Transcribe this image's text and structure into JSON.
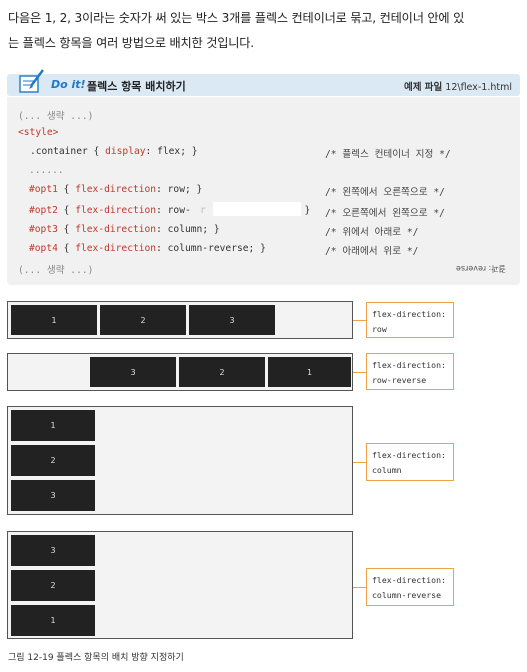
{
  "intro": {
    "line1": "다음은 1, 2, 3이라는 숫자가 써 있는 박스 3개를 플렉스 컨테이너로 묶고, 컨테이너 안에 있",
    "line2": "는 플렉스 항목을 여러 방법으로 배치한 것입니다."
  },
  "doit": {
    "label": "Do it!",
    "title": "플렉스 항목 배치하기",
    "file_label": "예제 파일",
    "file_path": "12\\flex-1.html"
  },
  "code": {
    "omit_top": "(... 생략 ...)",
    "style_open": "<style>",
    "container_sel": ".container",
    "container_prop": "display",
    "container_val": "flex",
    "container_comment": "/* 플렉스 컨테이너 지정 */",
    "ellipsis": "......",
    "opt1_sel": "#opt1",
    "opt1_prop": "flex-direction",
    "opt1_val": "row",
    "opt1_comment": "/* 왼쪽에서 오른쪽으로 */",
    "opt2_sel": "#opt2",
    "opt2_prop": "flex-direction",
    "opt2_val": "row-",
    "opt2_tail": "r",
    "opt2_end": "; }",
    "opt2_comment": "/* 오른쪽에서 왼쪽으로 */",
    "opt3_sel": "#opt3",
    "opt3_prop": "flex-direction",
    "opt3_val": "column",
    "opt3_comment": "/* 위에서 아래로 */",
    "opt4_sel": "#opt4",
    "opt4_prop": "flex-direction",
    "opt4_val": "column-reverse",
    "opt4_comment": "/* 아래에서 위로 */",
    "omit_bottom": "(... 생략 ...)",
    "note": "결과: reverse"
  },
  "demos": [
    {
      "boxes": [
        "1",
        "2",
        "3"
      ],
      "callout_line1": "flex-direction:",
      "callout_line2": "row"
    },
    {
      "boxes": [
        "3",
        "2",
        "1"
      ],
      "callout_line1": "flex-direction:",
      "callout_line2": "row-reverse"
    },
    {
      "boxes": [
        "1",
        "2",
        "3"
      ],
      "callout_line1": "flex-direction:",
      "callout_line2": "column"
    },
    {
      "boxes": [
        "3",
        "2",
        "1"
      ],
      "callout_line1": "flex-direction:",
      "callout_line2": "column-reverse"
    }
  ],
  "caption": "그림 12-19 플렉스 항목의 배치 방향 지정하기",
  "colors": {
    "accent": "#f0a248",
    "doit_blue": "#1f78c8",
    "code_red": "#c0392b",
    "box": "#222222"
  }
}
